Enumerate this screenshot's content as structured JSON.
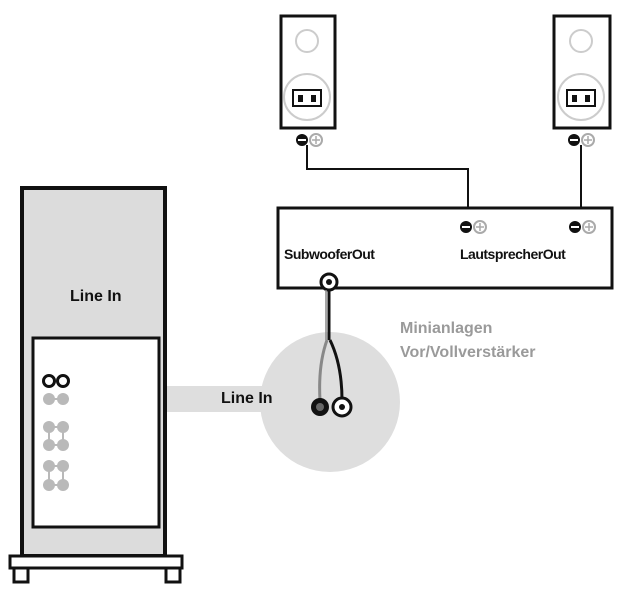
{
  "labels": {
    "subwoofer_line_in": "Line In",
    "amp_line_in": "Line In",
    "subwoofer_out": "SubwooferOut",
    "speaker_out": "LautsprecherOut",
    "amp_name_line1": "Minianlagen",
    "amp_name_line2": "Vor/Vollverstärker"
  },
  "colors": {
    "outline": "#111111",
    "cabinet_fill": "#dcdcdc",
    "highlight_circle": "#dedede",
    "terminal_grey": "#b9b9b9",
    "label_grey": "#9a9a9a"
  },
  "icons": {
    "rca_plug_white": "rca-plug-white-icon",
    "rca_plug_red": "rca-plug-red-icon",
    "rca_jack": "rca-jack-icon",
    "terminal_minus": "terminal-minus-icon",
    "terminal_plus": "terminal-plus-icon"
  }
}
